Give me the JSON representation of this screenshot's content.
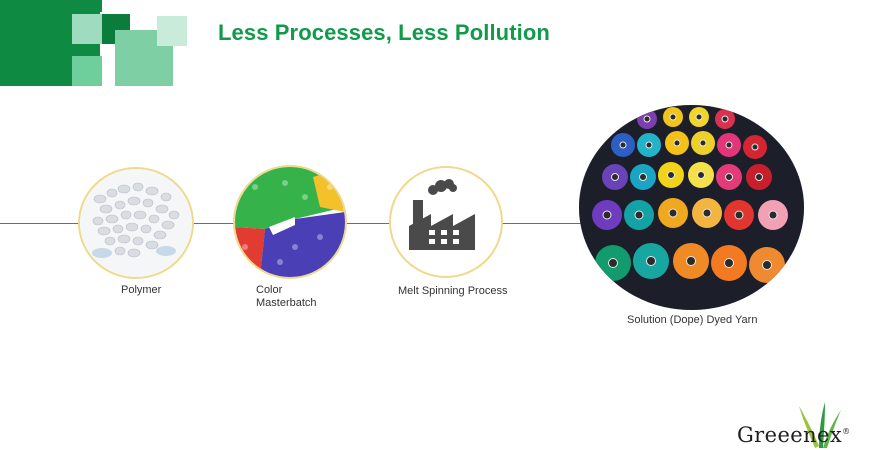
{
  "slide": {
    "title": "Less Processes, Less Pollution"
  },
  "steps": [
    {
      "label": "Polymer",
      "image": "white-polymer-pellets"
    },
    {
      "label_line1": "Color",
      "label_line2": "Masterbatch",
      "image": "colored-masterbatch-pellets"
    },
    {
      "label": "Melt Spinning Process",
      "icon": "factory-icon"
    }
  ],
  "result": {
    "label": "Solution (Dope) Dyed Yarn",
    "image": "dyed-yarn-cones"
  },
  "logo": {
    "text": "Greeenex",
    "mark": "®"
  },
  "colors": {
    "title_green": "#129a4b",
    "brand_green": "#0f8a43",
    "circle_border": "#efd98a",
    "connector_line": "#4b7f6b"
  }
}
